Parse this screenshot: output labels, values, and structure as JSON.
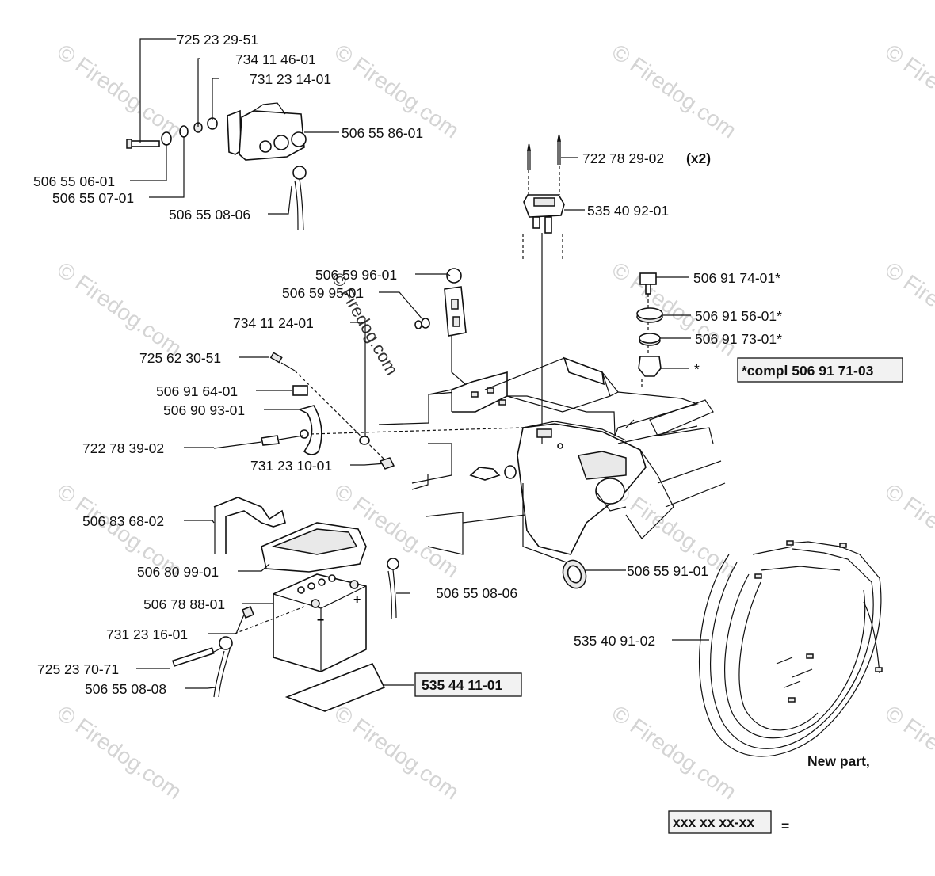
{
  "watermark": "© Firedog.com",
  "labels": {
    "p725232951": "725 23 29-51",
    "p734114601": "734 11 46-01",
    "p731231401": "731 23 14-01",
    "p506558601": "506 55 86-01",
    "p506550601": "506 55 06-01",
    "p506550701": "506 55 07-01",
    "p506550806_top": "506 55 08-06",
    "p722782902": "722 78 29-02",
    "x2": "(x2)",
    "p535409201": "535 40 92-01",
    "p506599601": "506 59 96-01",
    "p506599501": "506 59 95-01",
    "p734112401": "734 11 24-01",
    "p725623051": "725 62 30-51",
    "p506916401": "506 91 64-01",
    "p506909301": "506 90 93-01",
    "p722783902": "722 78 39-02",
    "p731231001": "731 23 10-01",
    "p506917401": "506 91 74-01*",
    "p506915601": "506 91 56-01*",
    "p506917301": "506 91 73-01*",
    "star": "*",
    "compl": "*compl 506 91 71-03",
    "p506836802": "506 83 68-02",
    "p506809901": "506 80 99-01",
    "p506788801": "506 78 88-01",
    "p506550806_bat": "506 55 08-06",
    "p731231601": "731 23 16-01",
    "p725237071": "725 23 70-71",
    "p506550808": "506 55 08-08",
    "p535441101": "535 44 11-01",
    "p506559101": "506 55 91-01",
    "p535409102": "535 40 91-02",
    "new_part": "New part,",
    "xxx": "xxx xx xx-xx",
    "equals": "="
  }
}
